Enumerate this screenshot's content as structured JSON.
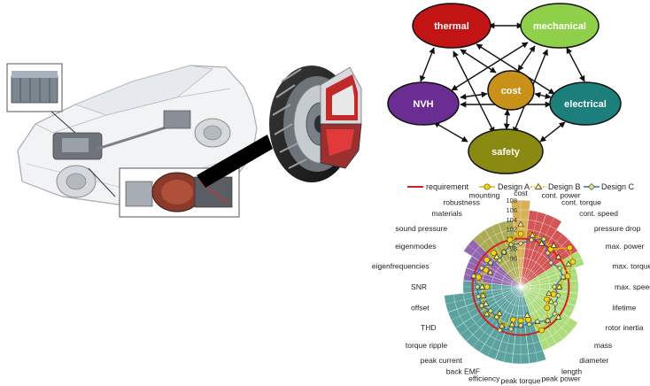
{
  "diagram": {
    "nodes": [
      {
        "id": "thermal",
        "label": "thermal",
        "color": "#c21414"
      },
      {
        "id": "mechanical",
        "label": "mechanical",
        "color": "#8fcf4a"
      },
      {
        "id": "cost",
        "label": "cost",
        "color": "#c8921a"
      },
      {
        "id": "nvh",
        "label": "NVH",
        "color": "#6a2d91"
      },
      {
        "id": "electrical",
        "label": "electrical",
        "color": "#1d7f7b"
      },
      {
        "id": "safety",
        "label": "safety",
        "color": "#8a8a12"
      }
    ]
  },
  "chart_data": {
    "type": "radar",
    "legend": [
      "requirement",
      "Design A",
      "Design B",
      "Design C"
    ],
    "series_colors": {
      "requirement": "#d42020",
      "Design A": "#d9b800",
      "Design B": "#d9b800",
      "Design C": "#3a6fb0"
    },
    "rlim": [
      90,
      108
    ],
    "ticks": [
      92,
      94,
      96,
      98,
      100,
      102,
      104,
      106,
      108
    ],
    "visible_tick_labels": [
      "108",
      "106",
      "104",
      "102",
      "100",
      "98",
      "96"
    ],
    "categories": [
      "cost",
      "cont. power",
      "cont. torque",
      "cont. speed",
      "pressure drop",
      "max. power",
      "max. torque",
      "max. speed",
      "lifetime",
      "rotor inertia",
      "mass",
      "diameter",
      "length",
      "peak power",
      "peak torque",
      "efficiency",
      "back EMF",
      "peak current",
      "torque ripple",
      "THD",
      "offset",
      "SNR",
      "eigenfrequencies",
      "eigenmodes",
      "sound pressure",
      "materials",
      "robustness",
      "mounting"
    ],
    "sector_colors": [
      "#c8921a",
      "#c21414",
      "#c21414",
      "#c21414",
      "#c21414",
      "#8fcf4a",
      "#8fcf4a",
      "#8fcf4a",
      "#8fcf4a",
      "#8fcf4a",
      "#8fcf4a",
      "#8fcf4a",
      "#8fcf4a",
      "#1d7f7b",
      "#1d7f7b",
      "#1d7f7b",
      "#1d7f7b",
      "#1d7f7b",
      "#1d7f7b",
      "#1d7f7b",
      "#1d7f7b",
      "#1d7f7b",
      "#6a2d91",
      "#6a2d91",
      "#6a2d91",
      "#8a8a12",
      "#8a8a12",
      "#8a8a12"
    ],
    "sector_values": [
      108,
      106,
      106,
      104,
      104,
      104,
      102,
      102,
      102,
      102,
      104,
      104,
      104,
      106,
      106,
      106,
      106,
      106,
      106,
      106,
      106,
      102,
      102,
      102,
      104,
      104,
      104,
      104
    ],
    "requirement": 100,
    "series": [
      {
        "name": "Design A",
        "values": [
          101,
          101,
          101,
          100,
          103,
          102,
          100,
          98,
          97,
          96,
          97,
          99,
          100,
          97,
          97,
          97,
          99,
          98,
          99,
          99,
          98,
          97,
          99,
          98,
          99,
          99,
          98,
          100
        ]
      },
      {
        "name": "Design B",
        "values": [
          103,
          101,
          100,
          101,
          100,
          101,
          99,
          98,
          96,
          97,
          100,
          99,
          98,
          96,
          98,
          98,
          99,
          97,
          99,
          98,
          98,
          98,
          100,
          97,
          98,
          98,
          98,
          99
        ]
      },
      {
        "name": "Design C",
        "values": [
          99,
          100,
          101,
          99,
          98,
          99,
          99,
          97,
          98,
          98,
          99,
          99,
          98,
          98,
          98,
          99,
          100,
          98,
          98,
          99,
          99,
          99,
          100,
          99,
          98,
          97,
          98,
          99
        ]
      }
    ]
  }
}
